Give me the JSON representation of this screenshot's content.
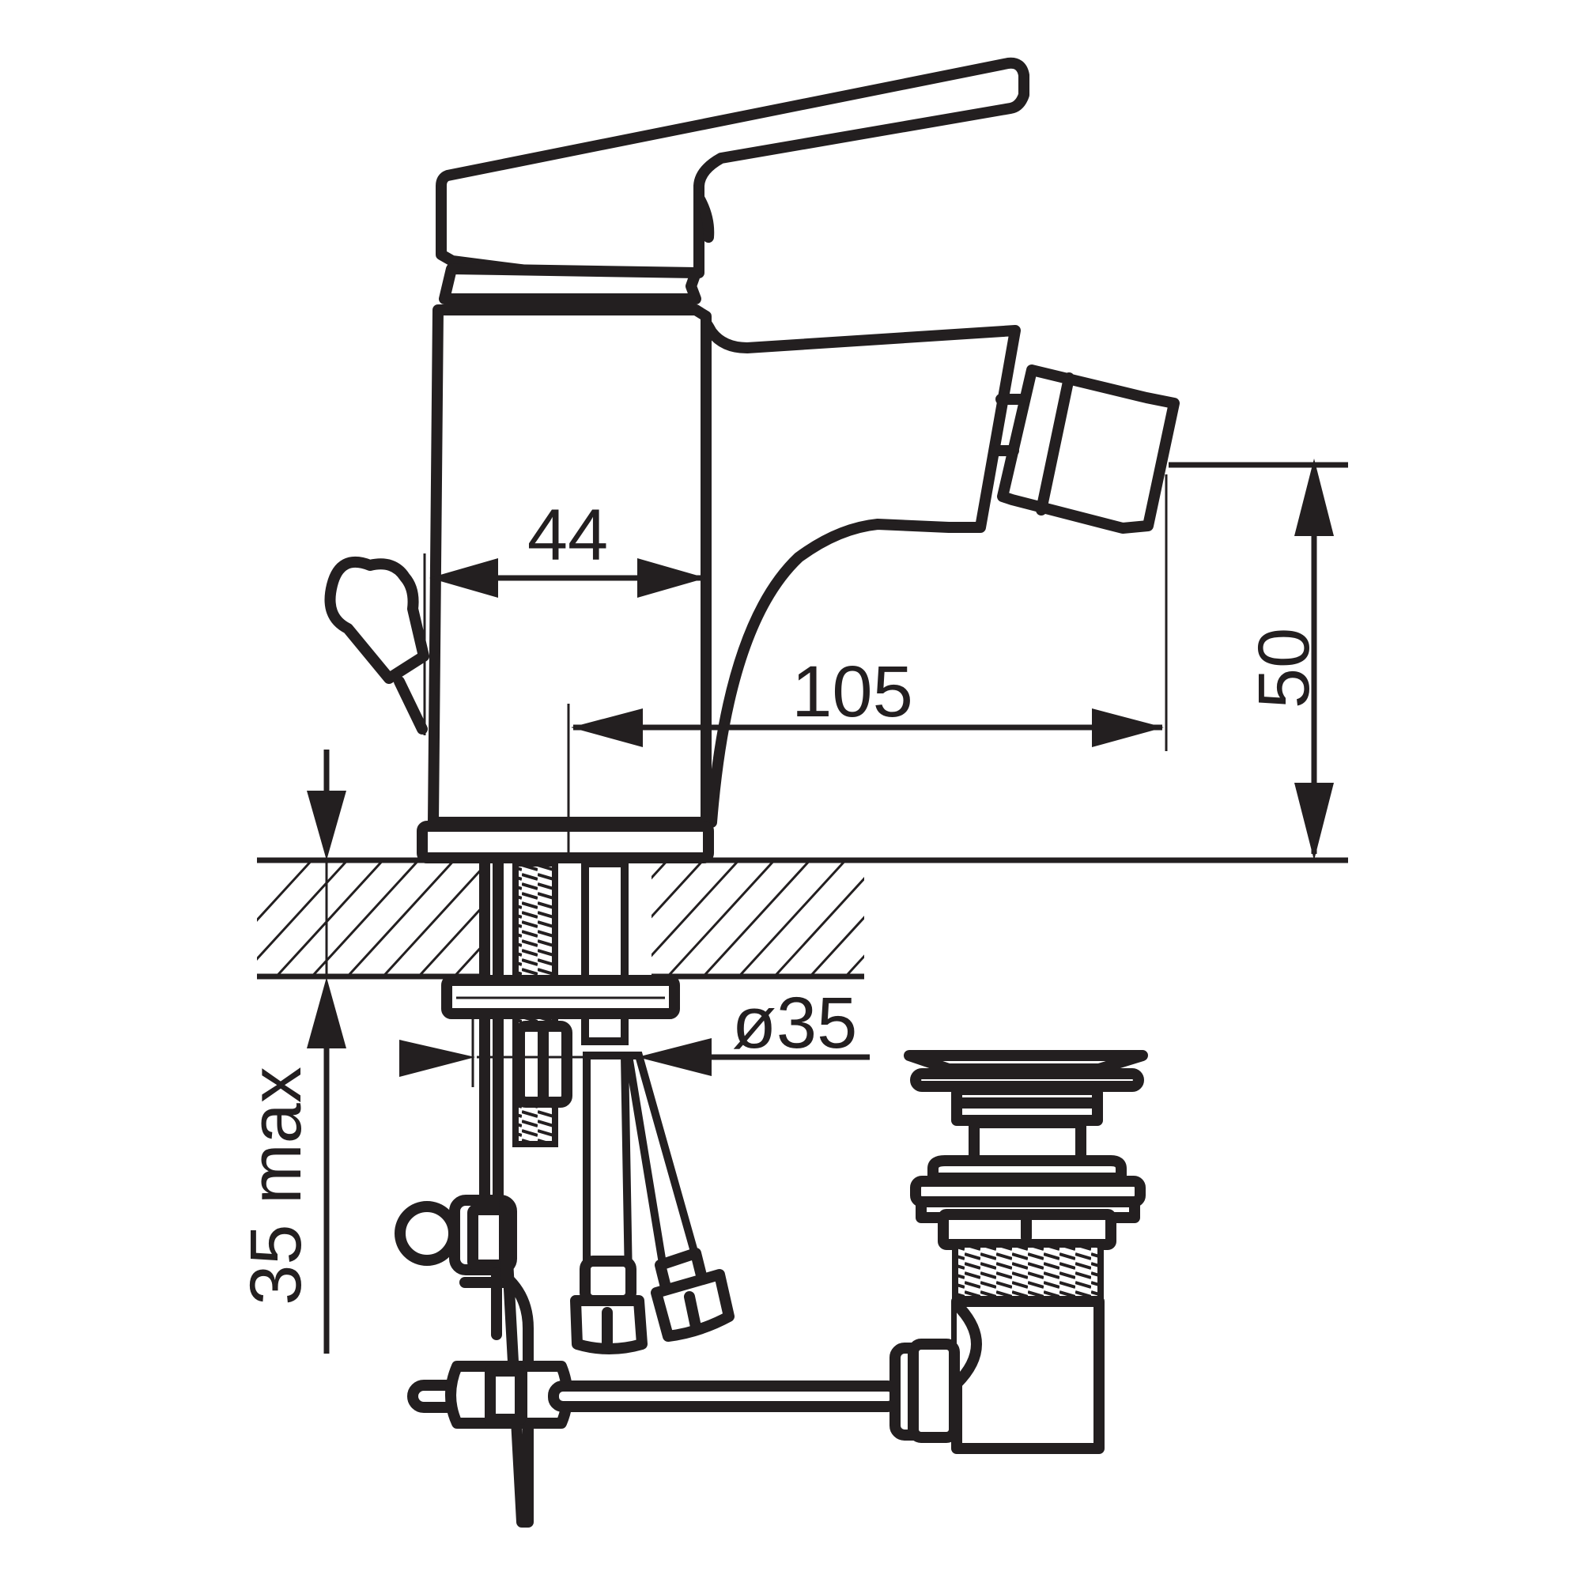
{
  "drawing": {
    "subject": "Single-lever bidet mixer with pop-up waste — dimensioned side elevation",
    "line_color": "#231f20",
    "background": "#ffffff"
  },
  "dimensions": {
    "body_width": {
      "value": "44",
      "unit": "mm"
    },
    "spout_reach": {
      "value": "105",
      "unit": "mm"
    },
    "spout_height": {
      "value": "50",
      "unit": "mm"
    },
    "counter_thickness": {
      "value": "35 max",
      "unit": "mm"
    },
    "hole_diameter": {
      "value": "ø35",
      "unit": "mm"
    }
  },
  "components": [
    {
      "name": "lever-handle"
    },
    {
      "name": "mixer-body"
    },
    {
      "name": "spout"
    },
    {
      "name": "swivel-aerator"
    },
    {
      "name": "pop-up-lift-rod-knob"
    },
    {
      "name": "mounting-stud"
    },
    {
      "name": "flexible-hoses",
      "count": 2
    },
    {
      "name": "fixing-plate-and-nut"
    },
    {
      "name": "pop-up-linkage"
    },
    {
      "name": "pop-up-waste"
    }
  ]
}
